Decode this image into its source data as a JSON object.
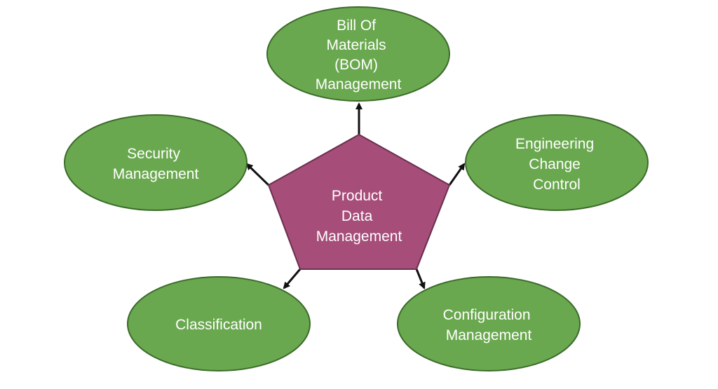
{
  "colors": {
    "node_fill": "#6aa84f",
    "node_stroke": "#3b6b2a",
    "center_fill": "#a64d79",
    "center_stroke": "#6b2f4e",
    "arrow": "#111111"
  },
  "center": {
    "lines": [
      "Product",
      "Data",
      "Management"
    ]
  },
  "nodes": {
    "bom": {
      "lines": [
        "Bill Of",
        "Materials",
        "(BOM)",
        "Management"
      ]
    },
    "engineering": {
      "lines": [
        "Engineering",
        "Change",
        "Control"
      ]
    },
    "configuration": {
      "lines": [
        "Configuration",
        "Management"
      ]
    },
    "classification": {
      "lines": [
        "Classification"
      ]
    },
    "security": {
      "lines": [
        "Security",
        "Management"
      ]
    }
  }
}
